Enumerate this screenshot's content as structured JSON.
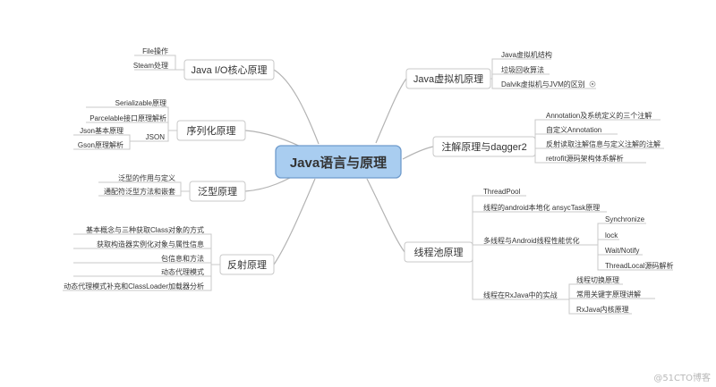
{
  "center": "Java语言与原理",
  "branches": {
    "io": {
      "label": "Java I/O核心原理",
      "items": [
        "File操作",
        "Steam处理"
      ]
    },
    "serialize": {
      "label": "序列化原理",
      "items": [
        "Serializable原理",
        "Parcelable接口原理解析"
      ],
      "json": {
        "label": "JSON",
        "items": [
          "Json基本原理",
          "Gson原理解析"
        ]
      }
    },
    "generic": {
      "label": "泛型原理",
      "items": [
        "泛型的作用与定义",
        "通配符泛型方法和嵌套"
      ]
    },
    "reflect": {
      "label": "反射原理",
      "items": [
        "基本概念与三种获取Class对象的方式",
        "获取构造器实例化对象与属性信息",
        "包信息和方法",
        "动态代理模式",
        "动态代理模式补充和ClassLoader加载器分析"
      ]
    },
    "jvm": {
      "label": "Java虚拟机原理",
      "items": [
        "Java虚拟机结构",
        "垃圾回收算法",
        "Dalvik虚拟机与JVM的区别"
      ]
    },
    "annotation": {
      "label": "注解原理与dagger2",
      "items": [
        "Annotation及系统定义的三个注解",
        "自定义Annotation",
        "反射读取注解信息与定义注解的注解",
        "retrofit源码架构体系解析"
      ]
    },
    "thread": {
      "label": "线程池原理",
      "items": [
        "ThreadPool",
        "线程的android本地化 ansycTask原理"
      ],
      "optimize": {
        "label": "多线程与Android线程性能优化",
        "items": [
          "Synchronize",
          "lock",
          "Wait/Notify",
          "ThreadLocal源码解析"
        ]
      },
      "rxjava": {
        "label": "线程在RxJava中的实战",
        "items": [
          "线程切换原理",
          "常用关键字原理讲解",
          "RxJava内核原理"
        ]
      }
    }
  },
  "watermark": "@51CTO博客",
  "colors": {
    "center_fill": "#a9cdf0",
    "center_border": "#6f9bcc",
    "line": "#b3b3b3",
    "text": "#333333",
    "box_border": "#c8c8c8"
  }
}
